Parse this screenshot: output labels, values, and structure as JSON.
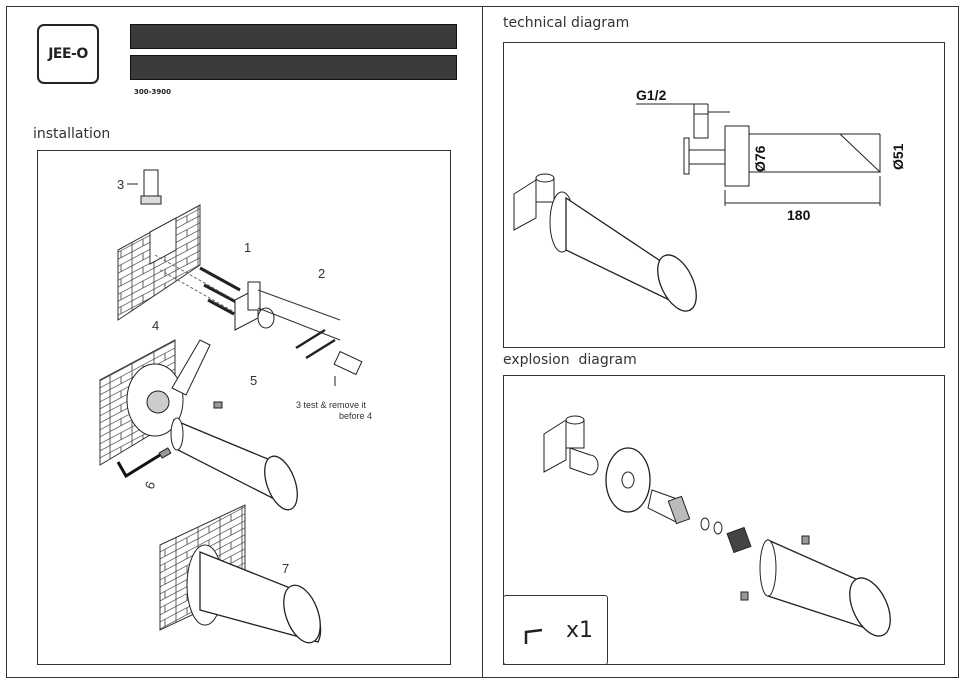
{
  "brand": {
    "logo_text": "JEE-O"
  },
  "header": {
    "product_code": "300-3900"
  },
  "sections": {
    "installation": "installation",
    "technical": "technical diagram",
    "explosion": "explosion  diagram"
  },
  "installation_callouts": {
    "c1": "1",
    "c2": "2",
    "c3": "3",
    "c4": "4",
    "c5": "5",
    "c6": "6",
    "c7": "7",
    "note_line1": "3 test & remove it",
    "note_line2": "before 4"
  },
  "technical_dims": {
    "thread": "G1/2",
    "diameter_flange": "Ø76",
    "diameter_spout": "Ø51",
    "length": "180"
  },
  "legend": {
    "quantity": "x1",
    "icon": "allen-key-icon"
  }
}
